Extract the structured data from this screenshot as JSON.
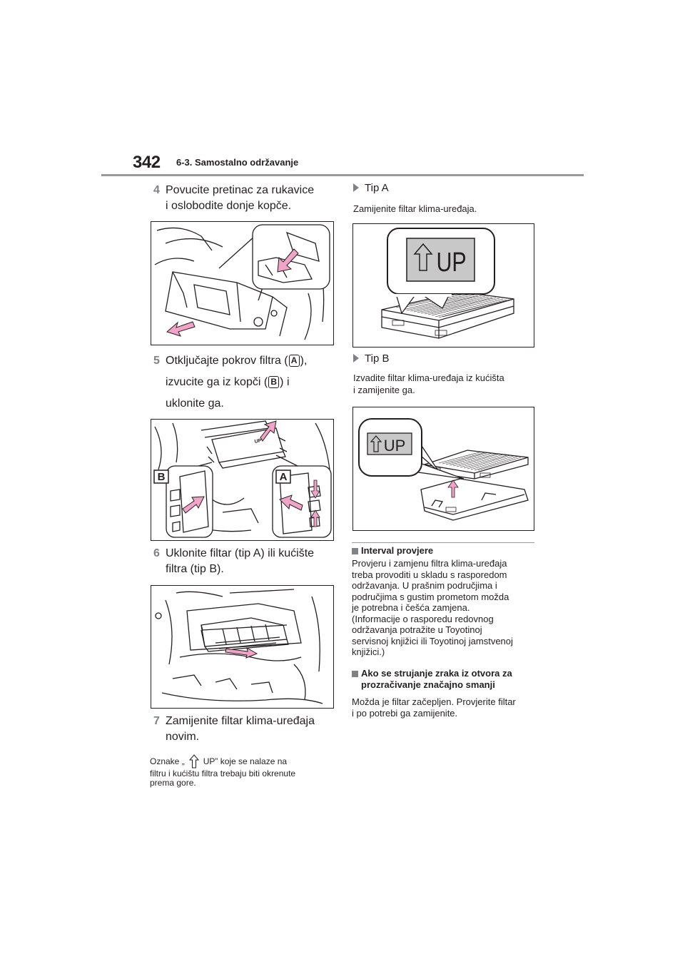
{
  "header": {
    "page_number": "342",
    "section_title": "6-3. Samostalno održavanje"
  },
  "left": {
    "step4": {
      "num": "4",
      "lines": [
        "Povucite pretinac za rukavice",
        "i oslobodite donje kopče."
      ]
    },
    "step5": {
      "num": "5",
      "line1_a": "Otključajte pokrov filtra (",
      "line1_box": "A",
      "line1_b": "),",
      "line2_a": "izvucite ga iz kopči (",
      "line2_box": "B",
      "line2_b": ") i",
      "line3": "uklonite ga."
    },
    "fig2_labels": {
      "b": "B",
      "a": "A",
      "up": "UP"
    },
    "step6": {
      "num": "6",
      "lines": [
        "Uklonite filtar (tip A) ili kućište",
        "filtra (tip B)."
      ]
    },
    "step7": {
      "num": "7",
      "lines": [
        "Zamijenite filtar klima-uređaja",
        "novim."
      ]
    },
    "note": {
      "line1_a": "Oznake „",
      "line1_b": "UP” koje se nalaze na",
      "line2": "filtru i kućištu filtra trebaju biti okrenute",
      "line3": "prema gore."
    }
  },
  "right": {
    "tip_a": {
      "title": "Tip A",
      "text": "Zamijenite filtar klima-uređaja.",
      "label": "UP"
    },
    "tip_b": {
      "title": "Tip B",
      "lines": [
        "Izvadite filtar klima-uređaja iz kućišta",
        "i zamijenite ga."
      ],
      "label": "UP"
    },
    "interval": {
      "title": "Interval provjere",
      "lines": [
        "Provjeru i zamjenu filtra klima-uređaja",
        "treba provoditi u skladu s rasporedom",
        "održavanja. U prašnim područjima i",
        "područjima s gustim prometom možda",
        "je potrebna i češća zamjena.",
        "(Informacije o rasporedu redovnog",
        "održavanja potražite u Toyotinoj",
        "servisnoj knjižici ili Toyotinoj jamstvenoj",
        "knjižici.)"
      ]
    },
    "airflow": {
      "title_lines": [
        "Ako se strujanje zraka iz otvora za",
        "prozračivanje značajno smanji"
      ],
      "lines": [
        "Možda je filtar začepljen. Provjerite filtar",
        "i po potrebi ga zamijenite."
      ]
    }
  },
  "colors": {
    "arrow_pink": "#f2a4c8",
    "accent_gray": "#808285",
    "text": "#231f20"
  }
}
